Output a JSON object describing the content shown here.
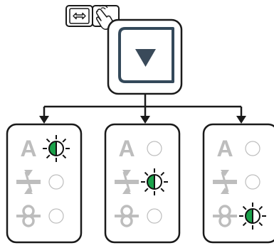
{
  "colors": {
    "outline": "#1a1a1a",
    "button_inner": "#34495a",
    "arrow": "#3a4a5a",
    "symbol_gray": "#bdbdbd",
    "led_off_stroke": "#bdbdbd",
    "led_on_green": "#1aa14a",
    "led_ray": "#111111"
  },
  "header": {
    "icons": [
      "swap-arrows-icon",
      "hand-press-icon"
    ]
  },
  "control": {
    "icon": "arrow-down-icon"
  },
  "panels": [
    {
      "name": "panel-left",
      "rows": [
        {
          "symbol_icon": "letter-a-symbol",
          "symbol_text": "A",
          "led_state": "on"
        },
        {
          "symbol_icon": "compression-arrows-icon",
          "led_state": "off"
        },
        {
          "symbol_icon": "figure-eight-icon",
          "led_state": "off"
        }
      ]
    },
    {
      "name": "panel-middle",
      "rows": [
        {
          "symbol_icon": "letter-a-symbol",
          "symbol_text": "A",
          "led_state": "off"
        },
        {
          "symbol_icon": "compression-arrows-icon",
          "led_state": "on"
        },
        {
          "symbol_icon": "figure-eight-icon",
          "led_state": "off"
        }
      ]
    },
    {
      "name": "panel-right",
      "rows": [
        {
          "symbol_icon": "letter-a-symbol",
          "symbol_text": "A",
          "led_state": "off"
        },
        {
          "symbol_icon": "compression-arrows-icon",
          "led_state": "off"
        },
        {
          "symbol_icon": "figure-eight-icon",
          "led_state": "on"
        }
      ]
    }
  ]
}
